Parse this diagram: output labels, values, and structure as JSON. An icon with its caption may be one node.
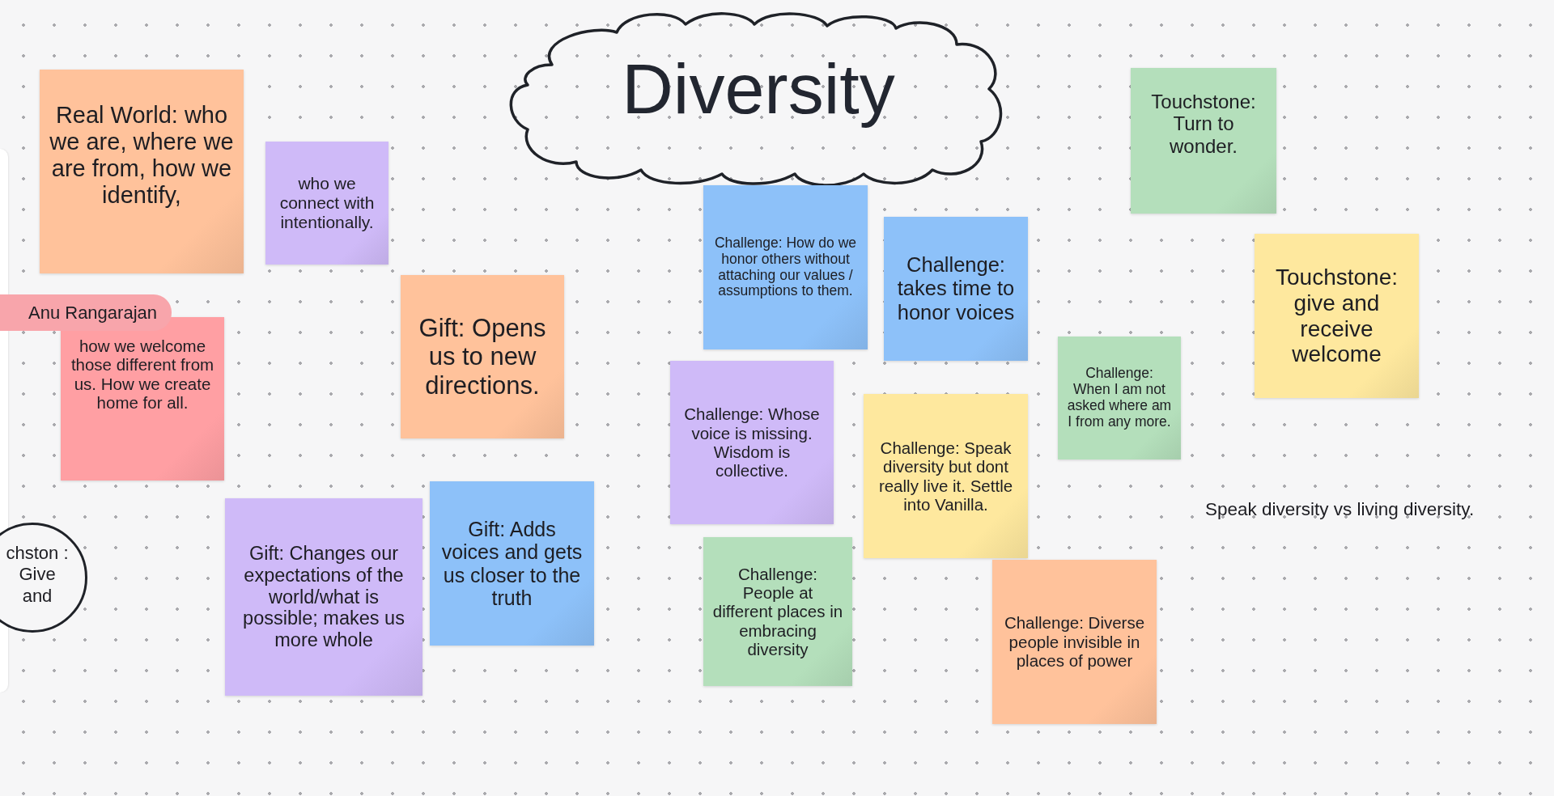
{
  "diagram": {
    "nodes": [
      {
        "text": [
          "Real World: who we are, where we are from, how we identify,"
        ]
      },
      {
        "text": [
          "who we connect with intentionally."
        ]
      },
      {
        "text": [
          "Diversity"
        ]
      },
      {
        "text": [
          "Touchstone: Turn to wonder."
        ]
      },
      {
        "text": [
          "Challenge: How do we honor others without attaching our values / assumptions to them."
        ]
      },
      {
        "text": [
          "Challenge: takes time to honor voices"
        ]
      },
      {
        "text": [
          "Touchstone: give and receive welcome"
        ]
      },
      {
        "text": [
          "Anu Rangarajan"
        ]
      },
      {
        "text": [
          "Gift: Opens us to new directions."
        ]
      },
      {
        "text": [
          "how we welcome those different from us. How we create home for all."
        ]
      },
      {
        "text": [
          "Challenge: When I am not asked where am I from any more."
        ]
      },
      {
        "text": [
          "Challenge: Whose voice is missing. Wisdom is collective."
        ]
      },
      {
        "text": [
          "Challenge: Speak diversity but dont really live it. Settle into Vanilla."
        ]
      },
      {
        "text": [
          "chston : Give and"
        ]
      },
      {
        "text": [
          "Gift: Changes our expectations of the world/what is possible; makes us more whole"
        ]
      },
      {
        "text": [
          "Gift: Adds voices and gets us closer to the truth"
        ]
      },
      {
        "text": [
          "Challenge: People at different places in embracing diversity"
        ]
      },
      {
        "text": [
          "Challenge: Diverse people invisible in places of power"
        ]
      }
    ],
    "labels": [
      "Speak diversity vs living diversity."
    ]
  }
}
